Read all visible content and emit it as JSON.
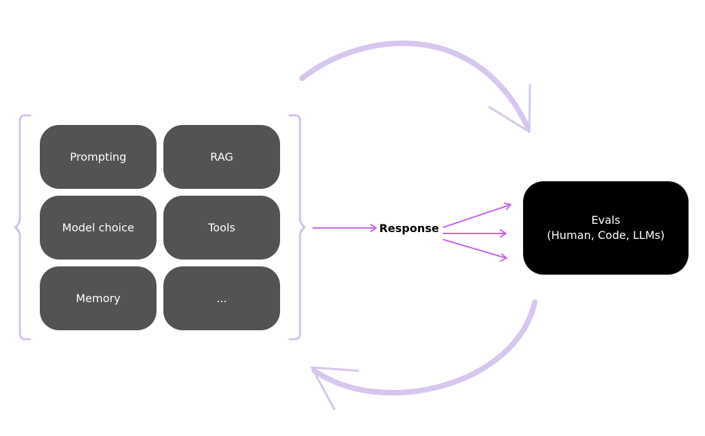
{
  "components": [
    {
      "id": "prompting",
      "label": "Prompting"
    },
    {
      "id": "rag",
      "label": "RAG"
    },
    {
      "id": "model-choice",
      "label": "Model choice"
    },
    {
      "id": "tools",
      "label": "Tools"
    },
    {
      "id": "memory",
      "label": "Memory"
    },
    {
      "id": "more",
      "label": "..."
    }
  ],
  "response": {
    "label": "Response"
  },
  "evals": {
    "title": "Evals",
    "subtitle": "(Human, Code, LLMs)"
  },
  "colors": {
    "box": "#535353",
    "evals": "#000000",
    "bracket": "#d3c2ec",
    "loop_arrow": "#d7c6ee",
    "flow_arrow": "#c566ee"
  }
}
